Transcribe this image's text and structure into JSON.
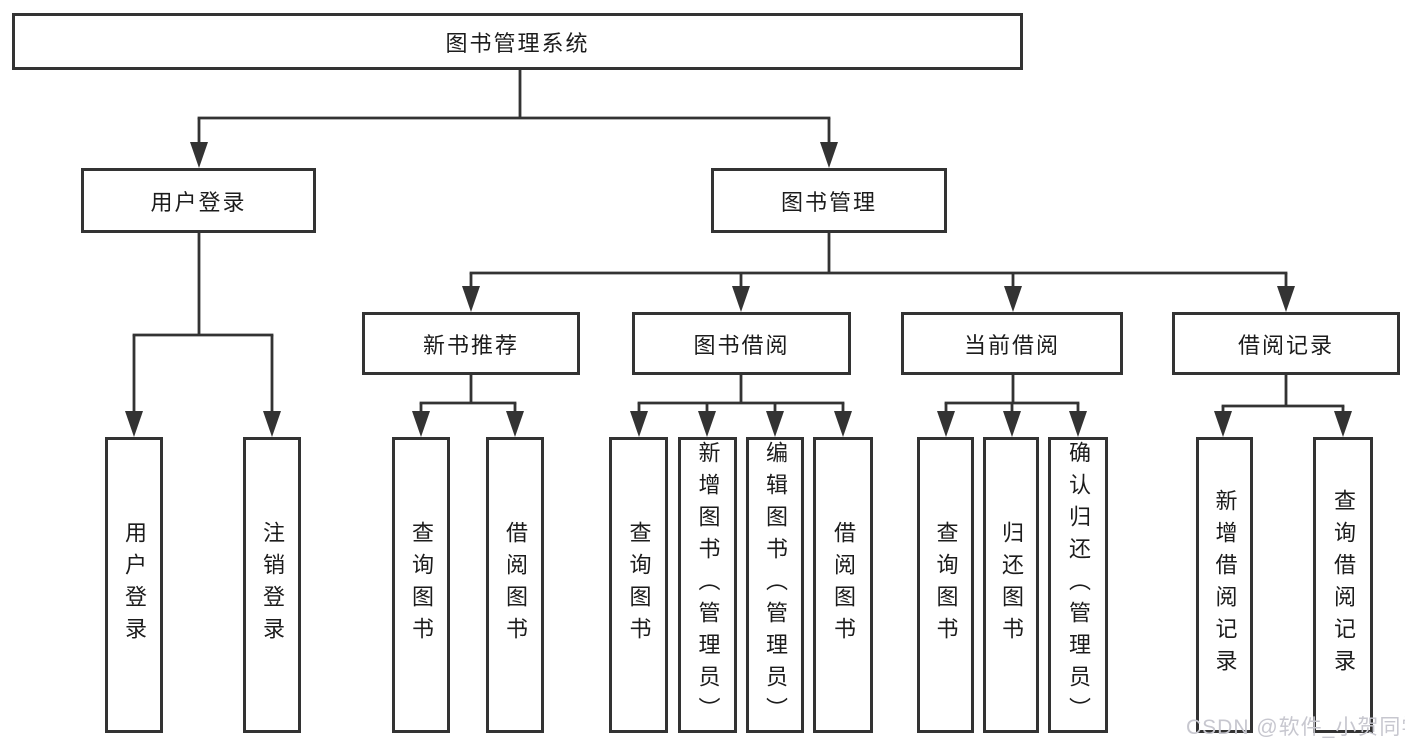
{
  "diagram": {
    "title": "图书管理系统",
    "root": {
      "label": "图书管理系统"
    },
    "level2": [
      {
        "label": "用户登录"
      },
      {
        "label": "图书管理"
      }
    ],
    "level3": [
      {
        "label": "新书推荐"
      },
      {
        "label": "图书借阅"
      },
      {
        "label": "当前借阅"
      },
      {
        "label": "借阅记录"
      }
    ],
    "leaf_groups": [
      {
        "parent": "用户登录",
        "items": [
          "用户登录",
          "注销登录"
        ]
      },
      {
        "parent": "新书推荐",
        "items": [
          "查询图书",
          "借阅图书"
        ]
      },
      {
        "parent": "图书借阅",
        "items": [
          "查询图书",
          "新增图书（管理员）",
          "编辑图书（管理员）",
          "借阅图书"
        ]
      },
      {
        "parent": "当前借阅",
        "items": [
          "查询图书",
          "归还图书",
          "确认归还（管理员）"
        ]
      },
      {
        "parent": "借阅记录",
        "items": [
          "新增借阅记录",
          "查询借阅记录"
        ]
      }
    ]
  },
  "watermark": {
    "text": "CSDN @软件_小贺同学"
  },
  "colors": {
    "line": "#333333",
    "border": "#333333",
    "text": "#1c1c1c",
    "background": "#ffffff",
    "watermark": "#c7c7cf"
  }
}
